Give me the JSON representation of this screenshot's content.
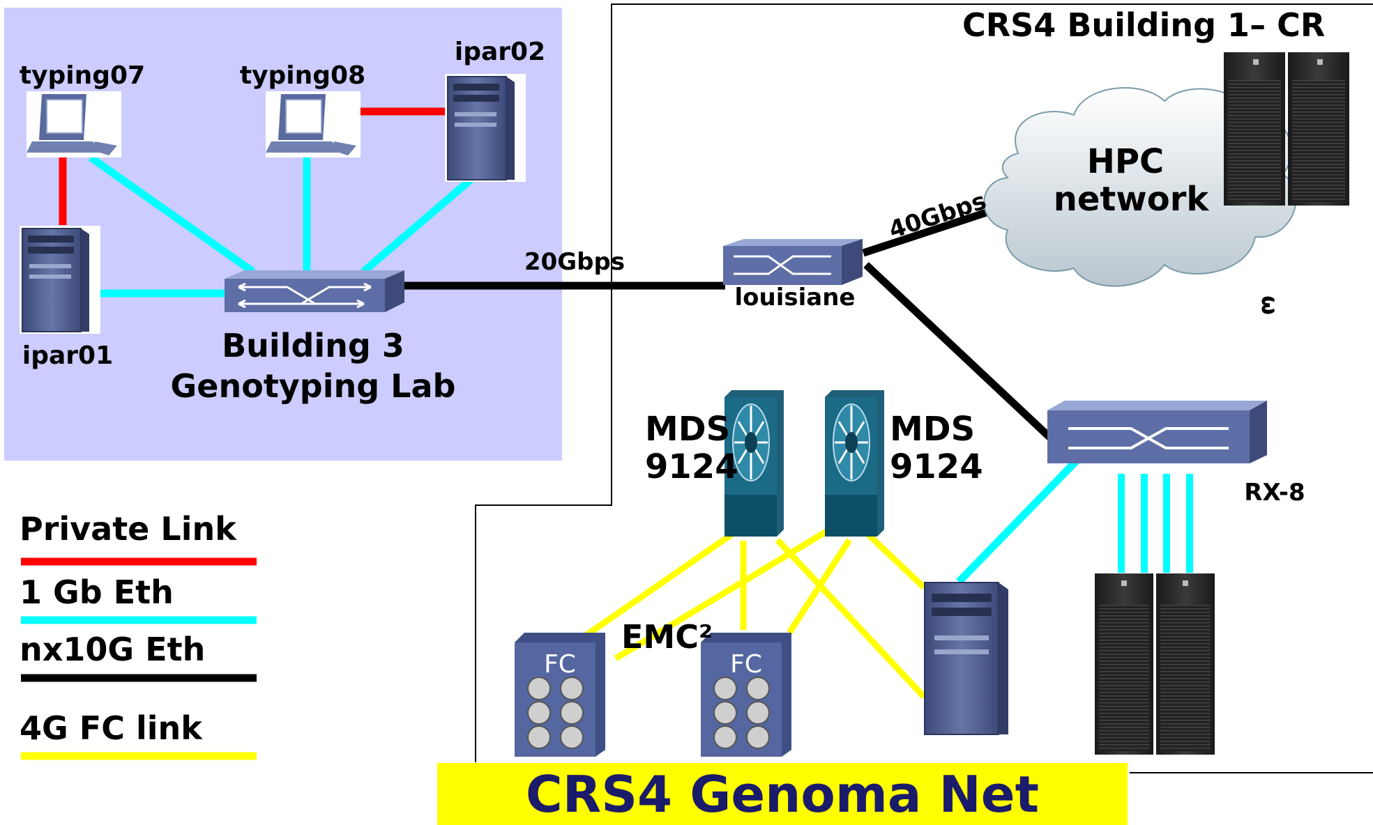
{
  "lab": {
    "title_line1": "Building 3",
    "title_line2": "Genotyping Lab",
    "hosts": {
      "typing07": "typing07",
      "typing08": "typing08",
      "ipar02": "ipar02",
      "ipar01": "ipar01"
    }
  },
  "building1": {
    "title": "CRS4 Building 1– CR",
    "switch_label": "louisiane",
    "cloud_line1": "HPC",
    "cloud_line2": "network",
    "cloud_fragment": "ω",
    "rx8_label": "RX-8",
    "mds_left_line1": "MDS",
    "mds_left_line2": "9124",
    "mds_right_line1": "MDS",
    "mds_right_line2": "9124",
    "emc_label": "EMC²",
    "fc_label_1": "FC",
    "fc_label_2": "FC"
  },
  "links": {
    "lab_to_louisiane": "20Gbps",
    "louisiane_to_hpc": "40Gbps"
  },
  "legend": {
    "items": [
      {
        "label": "Private Link",
        "color": "#ff0000"
      },
      {
        "label": "1 Gb Eth",
        "color": "#00ffff"
      },
      {
        "label": "nx10G Eth",
        "color": "#000000"
      },
      {
        "label": "4G FC link",
        "color": "#ffff00"
      }
    ]
  },
  "banner": {
    "title": "CRS4 Genoma Net",
    "background": "#ffff00",
    "text_color": "#1b1b6b"
  },
  "colors": {
    "lab_background": "#ccccff",
    "private_link": "#ff0000",
    "eth_1gb": "#00ffff",
    "eth_10g": "#000000",
    "fc_link": "#ffff00",
    "switch_blue": "#5a6a9e",
    "mds_teal": "#1f5f77"
  }
}
